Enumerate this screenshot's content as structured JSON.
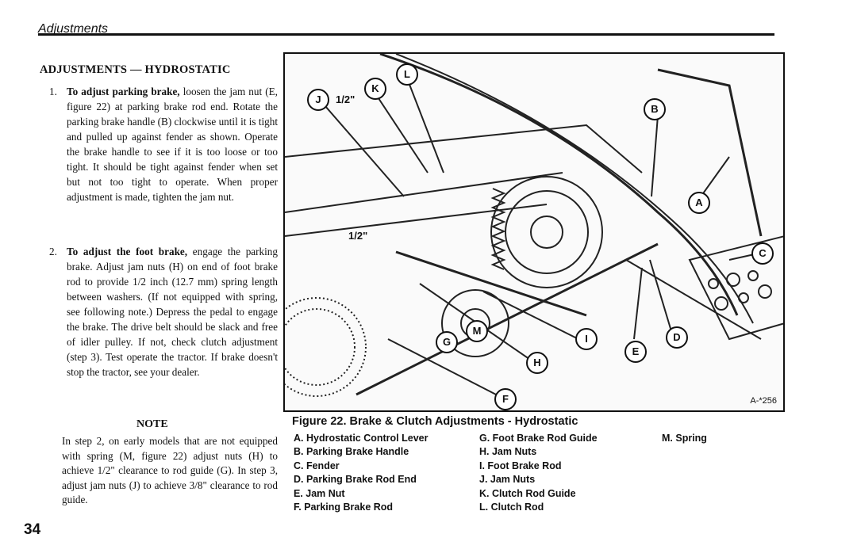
{
  "header": {
    "section": "Adjustments"
  },
  "title": "ADJUSTMENTS — HYDROSTATIC",
  "steps": [
    {
      "num": "1.",
      "lead": "To adjust parking brake,",
      "text": " loosen the jam nut (E, figure 22) at parking brake rod end. Rotate the parking brake handle (B) clockwise until it is tight and pulled up against fender as shown. Operate the brake handle to see if it is too loose or too tight. It should be tight against fender when set but not too tight to operate. When proper adjustment is made, tighten the jam nut."
    },
    {
      "num": "2.",
      "lead": "To adjust the foot brake,",
      "text": " engage the parking brake. Adjust jam nuts (H) on end of foot brake rod to provide 1/2 inch (12.7 mm) spring length between washers. (If not equipped with spring, see following note.) Depress the pedal to engage the brake. The drive belt should be slack and free of idler pulley. If not, check clutch adjustment (step 3). Test operate the tractor. If brake doesn't stop the tractor, see your dealer."
    }
  ],
  "note": {
    "heading": "NOTE",
    "text": "In step 2, on early models that are not equipped with spring (M, figure 22) adjust nuts (H) to achieve 1/2\" clearance to rod guide (G). In step 3, adjust jam nuts (J) to achieve 3/8\" clearance to rod guide."
  },
  "page_number": "34",
  "figure": {
    "id": "A-*256",
    "dim_labels": [
      "1/2\"",
      "1/2\""
    ],
    "callouts": [
      "A",
      "B",
      "C",
      "D",
      "E",
      "F",
      "G",
      "H",
      "I",
      "J",
      "K",
      "L",
      "M"
    ],
    "caption": "Figure 22. Brake & Clutch Adjustments - Hydrostatic",
    "legend_col1": [
      "A. Hydrostatic Control Lever",
      "B. Parking Brake Handle",
      "C. Fender",
      "D. Parking Brake Rod End",
      "E. Jam Nut",
      "F. Parking Brake Rod"
    ],
    "legend_col2": [
      "G. Foot Brake Rod Guide",
      "H. Jam Nuts",
      "I. Foot Brake Rod",
      "J. Jam Nuts",
      "K. Clutch Rod Guide",
      "L. Clutch Rod"
    ],
    "legend_col3": [
      "M. Spring"
    ]
  }
}
